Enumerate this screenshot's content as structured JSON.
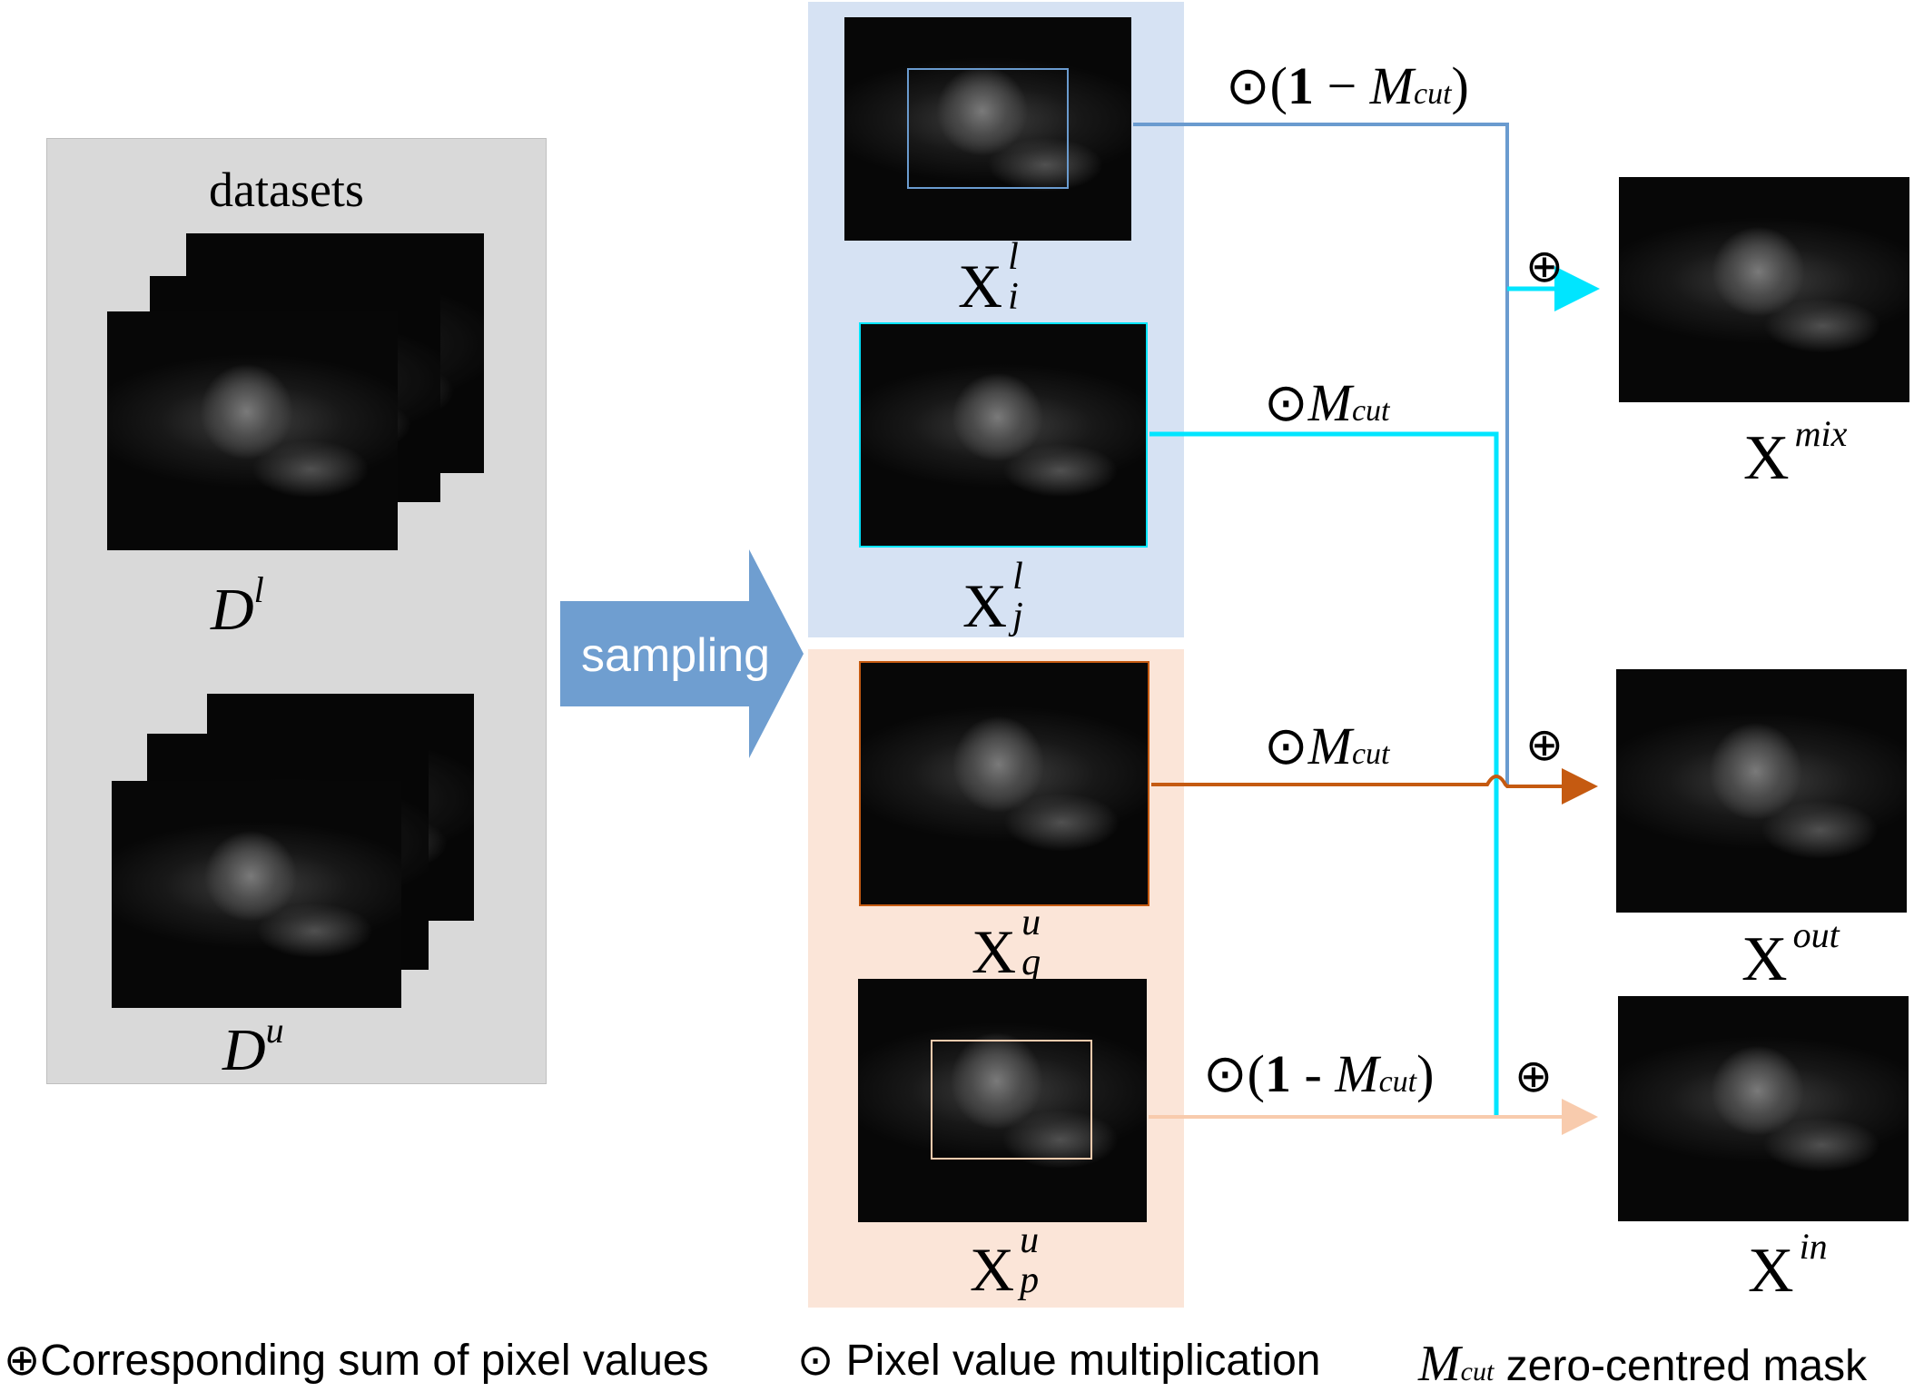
{
  "datasets_title": "datasets",
  "labels": {
    "D_l": {
      "base": "D",
      "sup": "l"
    },
    "D_u": {
      "base": "D",
      "sup": "u"
    },
    "X_i_l": {
      "base": "X",
      "sup": "l",
      "sub": "i"
    },
    "X_j_l": {
      "base": "X",
      "sup": "l",
      "sub": "j"
    },
    "X_q_u": {
      "base": "X",
      "sup": "u",
      "sub": "q"
    },
    "X_p_u": {
      "base": "X",
      "sup": "u",
      "sub": "p"
    },
    "X_mix": {
      "base": "X",
      "sup": "mix"
    },
    "X_out": {
      "base": "X",
      "sup": "out"
    },
    "X_in": {
      "base": "X",
      "sup": "in"
    }
  },
  "sampling_label": "sampling",
  "operations": {
    "op1": {
      "symbol": "⊙",
      "open": "(",
      "one": "1",
      "minus": " − ",
      "M": "M",
      "sub": "cut",
      "close": ")"
    },
    "op2": {
      "symbol": "⊙",
      "M": "M",
      "sub": "cut"
    },
    "op3": {
      "symbol": "⊙",
      "M": "M",
      "sub": "cut"
    },
    "op4": {
      "symbol": "⊙",
      "open": "(",
      "one": "1",
      "minus": " - ",
      "M": "M",
      "sub": "cut",
      "close": ")"
    },
    "plus": "⊕"
  },
  "legend": {
    "sum_symbol": "⊕",
    "sum_text": "Corresponding sum of pixel values",
    "mult_symbol": "⊙",
    "mult_text": "Pixel value multiplication",
    "mask_M": "M",
    "mask_sub": "cut",
    "mask_text": " zero-centred mask"
  },
  "colors": {
    "steel_blue": "#6a9bcf",
    "cyan": "#00e5ff",
    "brown": "#c55a11",
    "peach": "#f8cbad",
    "arrow_blue": "#6f9ed0",
    "datasets_bg": "#d9d9d9",
    "labeled_bg": "#d6e2f3",
    "unlabeled_bg": "#fbe5d8"
  }
}
